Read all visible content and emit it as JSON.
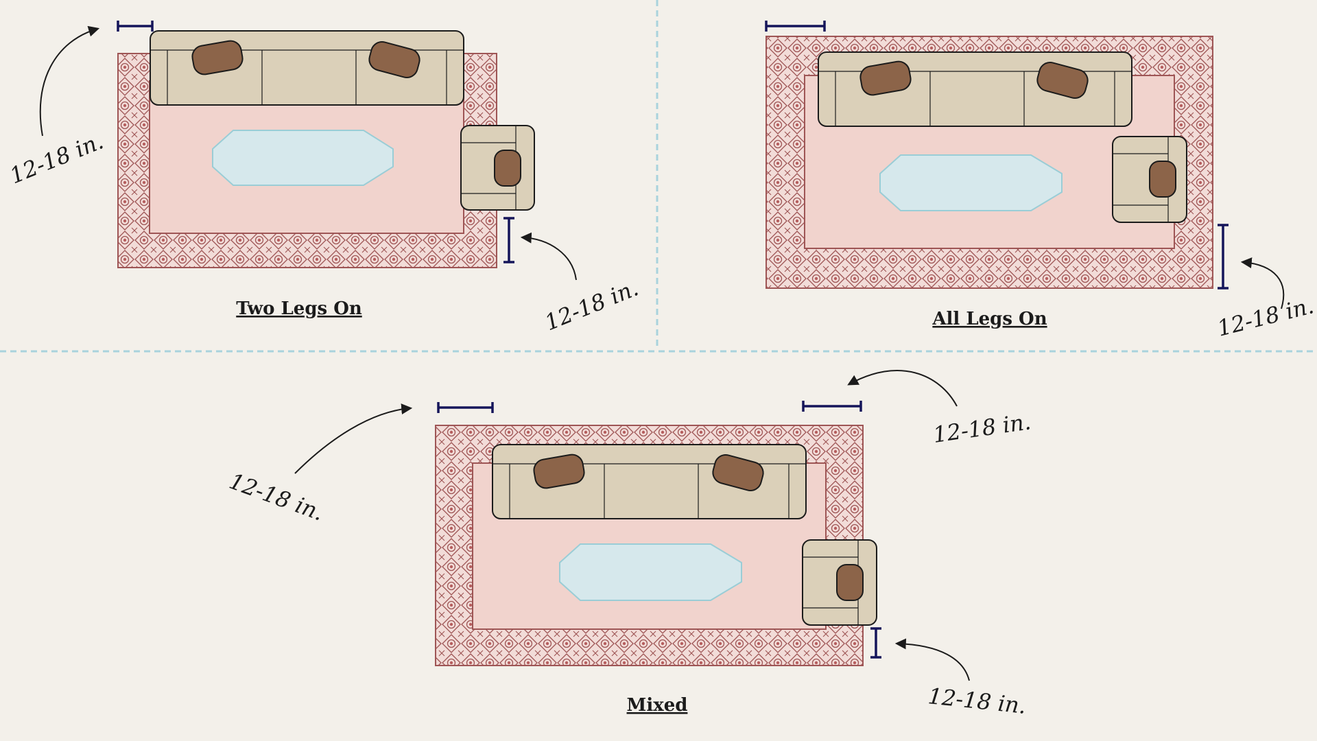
{
  "colors": {
    "background": "#f3f0ea",
    "divider": "#a9d3dd",
    "rug_border": "#f2dcd8",
    "rug_pattern": "#9e5555",
    "rug_center": "#f1d3cd",
    "sofa": "#dbd0b9",
    "pillow": "#8c6449",
    "table": "#d6e8ec",
    "table_edge": "#9acdd6",
    "measure": "#15155a",
    "ink": "#1b1b1b"
  },
  "panels": {
    "two_legs_on": {
      "title": "Two Legs On",
      "note_a": "12-18 in.",
      "note_b": "12-18 in."
    },
    "all_legs_on": {
      "title": "All Legs On",
      "note_a": "12-18 in."
    },
    "mixed": {
      "title": "Mixed",
      "note_a": "12-18 in.",
      "note_b": "12-18 in.",
      "note_c": "12-18 in."
    }
  }
}
